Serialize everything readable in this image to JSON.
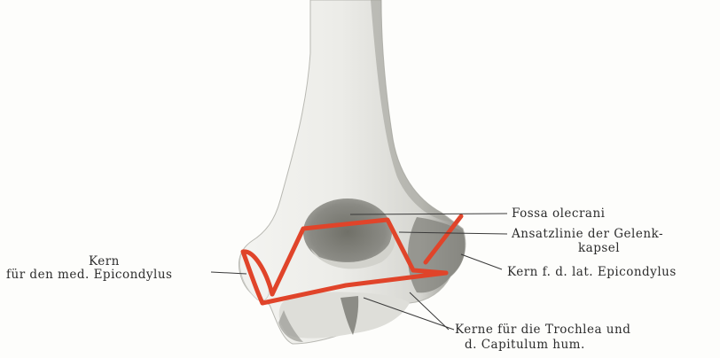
{
  "labels": {
    "kern_medial_line1": "Kern",
    "kern_medial_line2": "für den med. Epicondylus",
    "fossa_olecrani": "Fossa olecrani",
    "ansatzlinie_line1": "Ansatzlinie der Gelenk-",
    "ansatzlinie_line2": "kapsel",
    "kern_lateral": "Kern f. d. lat. Epicondylus",
    "kerne_trochlea_line1": "Kerne für die Trochlea und",
    "kerne_trochlea_line2": "d. Capitulum hum."
  },
  "colors": {
    "background": "#fdfdfb",
    "bone": "#e6e6e2",
    "bone_shadow": "#7c7c76",
    "capsule_line": "#e0442a",
    "leader_line": "#3a3a3a",
    "text": "#2c2c2c"
  }
}
